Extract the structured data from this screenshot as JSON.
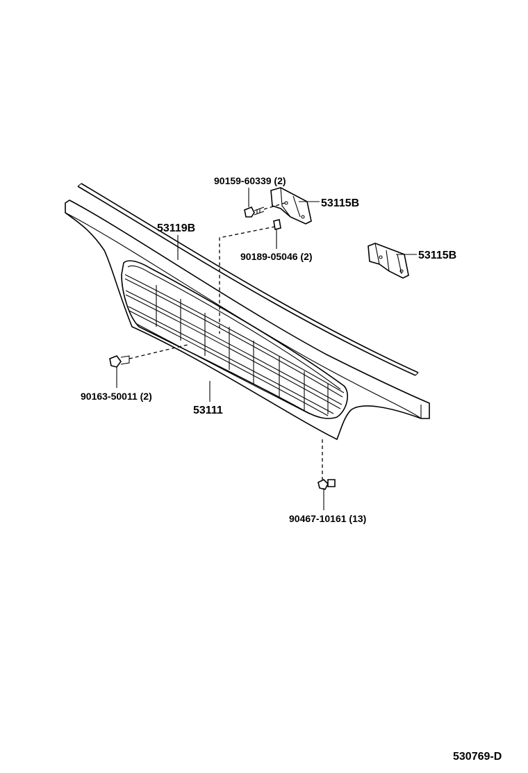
{
  "parts": {
    "bolt_upper": "90159-60339 (2)",
    "bracket_left": "53115B",
    "nut": "90189-05046 (2)",
    "bracket_right": "53115B",
    "molding": "53119B",
    "screw": "90163-50011 (2)",
    "grille": "53111",
    "clip": "90467-10161 (13)"
  },
  "diagram_code": "530769-D"
}
